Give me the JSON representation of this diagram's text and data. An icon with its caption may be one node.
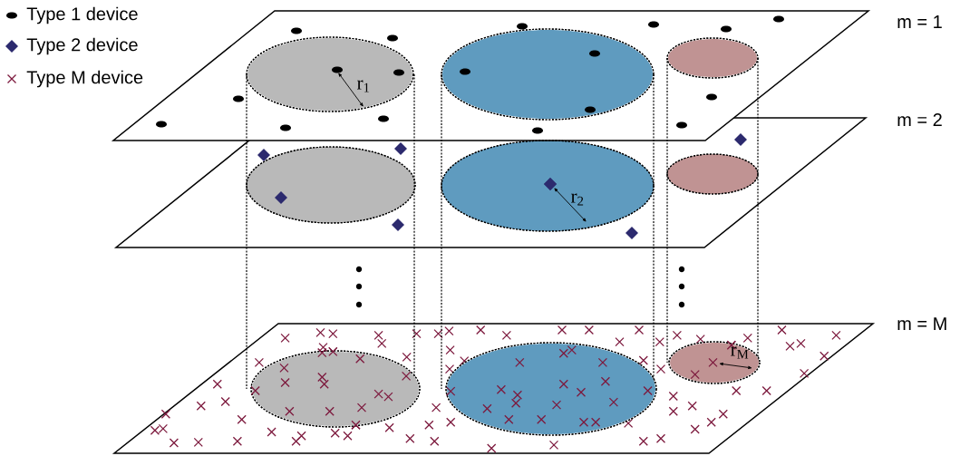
{
  "diagram": {
    "labels": [
      "m = 1",
      "r$_{1}$",
      "m = 2",
      "r$_{2}$",
      "m = M",
      "r$_{M}$"
    ],
    "legend": [
      {
        "text": "Type 1 device"
      },
      {
        "text": "Type 2 device"
      },
      {
        "text": "Type M device"
      }
    ]
  }
}
